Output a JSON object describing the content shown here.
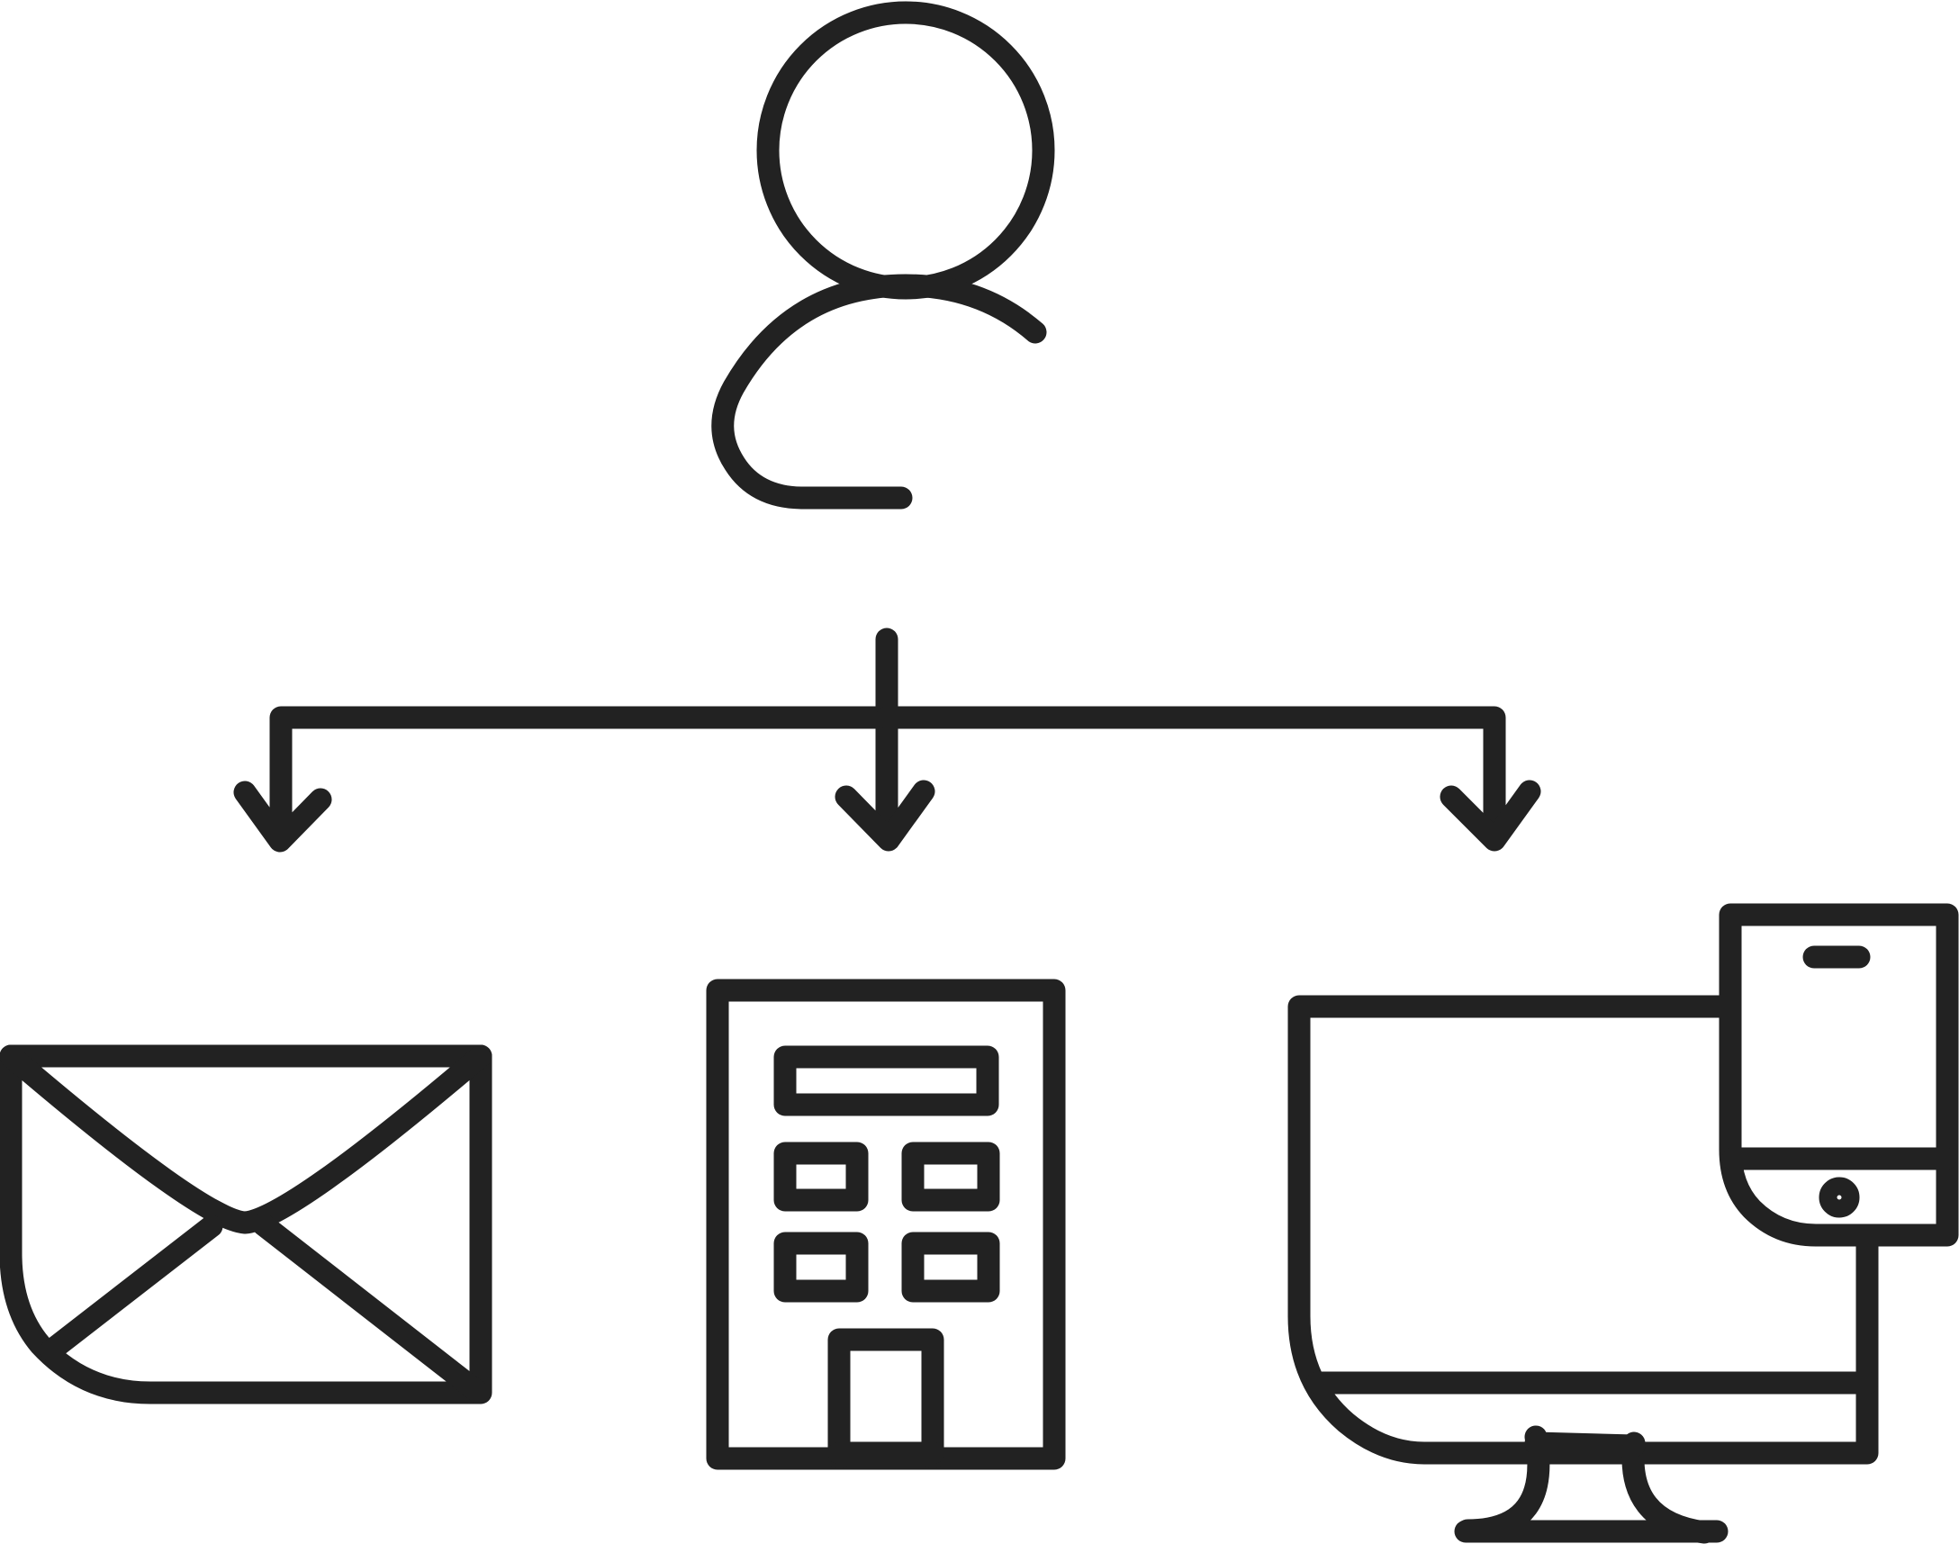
{
  "diagram": {
    "stroke_color": "#222222",
    "background_color": "#ffffff",
    "nodes": [
      {
        "id": "user",
        "icon": "user-icon"
      },
      {
        "id": "mail",
        "icon": "envelope-icon"
      },
      {
        "id": "office",
        "icon": "office-building-icon"
      },
      {
        "id": "devices",
        "icon": "computer-and-phone-icon"
      }
    ],
    "edges": [
      {
        "from": "user",
        "to": "mail"
      },
      {
        "from": "user",
        "to": "office"
      },
      {
        "from": "user",
        "to": "devices"
      }
    ]
  }
}
